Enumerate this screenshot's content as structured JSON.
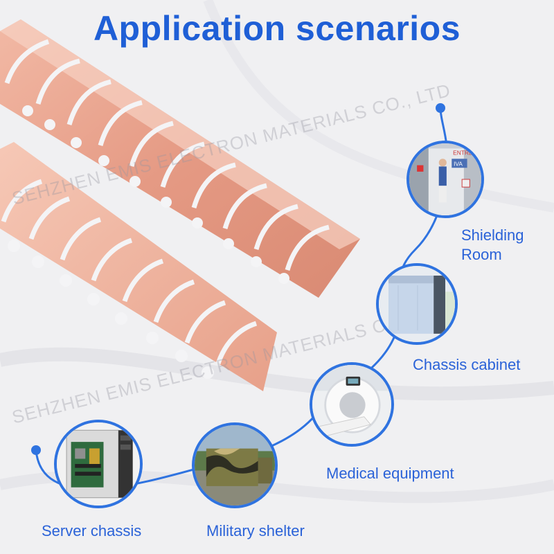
{
  "title": "Application scenarios",
  "watermark": "SEHZHEN EMIS ELECTRON MATERIALS CO., LTD",
  "colors": {
    "accent": "#2f73e0",
    "title": "#1f5fd6",
    "copper": "#e9a48f"
  },
  "scenarios": [
    {
      "label": "Shielding Room",
      "line1": "Shielding",
      "line2": "Room"
    },
    {
      "label": "Chassis cabinet"
    },
    {
      "label": "Medical equipment"
    },
    {
      "label": "Military shelter"
    },
    {
      "label": "Server chassis"
    }
  ],
  "room_sign": {
    "line1": "ENTRE",
    "line2": "IVA"
  }
}
